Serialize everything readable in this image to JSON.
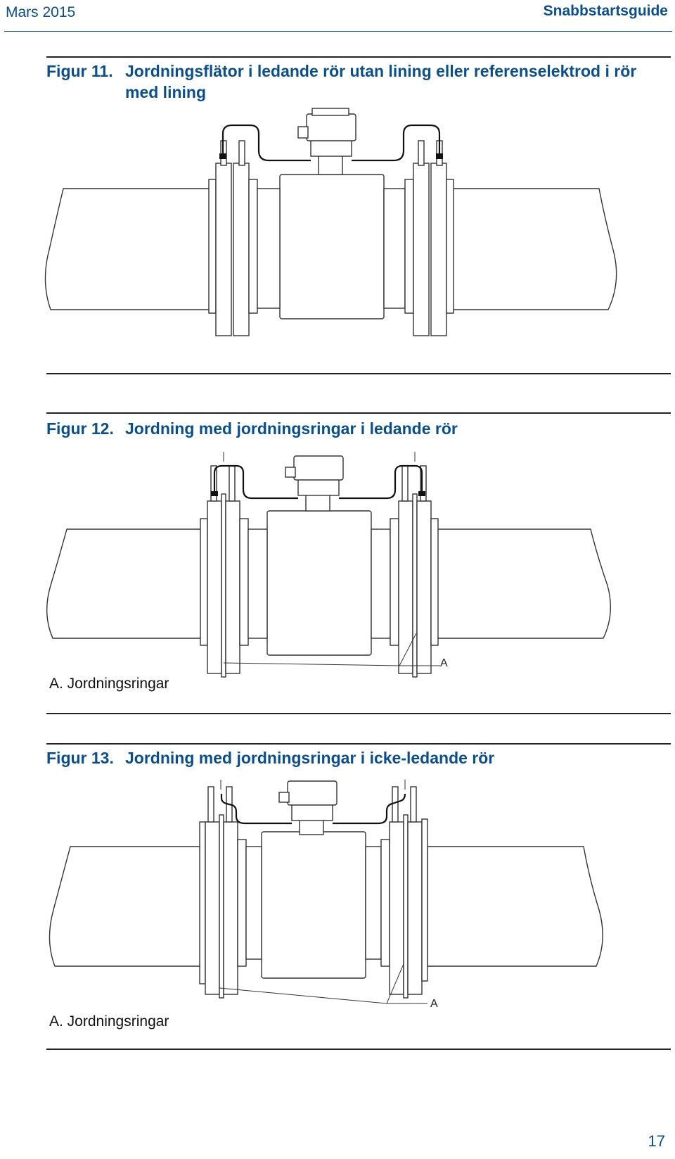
{
  "header": {
    "left": "Mars 2015",
    "right": "Snabbstartsguide"
  },
  "figures": [
    {
      "number": "Figur 11.",
      "title": "Jordningsflätor i ledande rör utan lining eller referenselektrod i rör med lining"
    },
    {
      "number": "Figur 12.",
      "title": "Jordning med jordningsringar i ledande rör",
      "callout": "A",
      "legend": "A. Jordningsringar"
    },
    {
      "number": "Figur 13.",
      "title": "Jordning med jordningsringar i icke-ledande rör",
      "callout": "A",
      "legend": "A. Jordningsringar"
    }
  ],
  "page_number": "17"
}
